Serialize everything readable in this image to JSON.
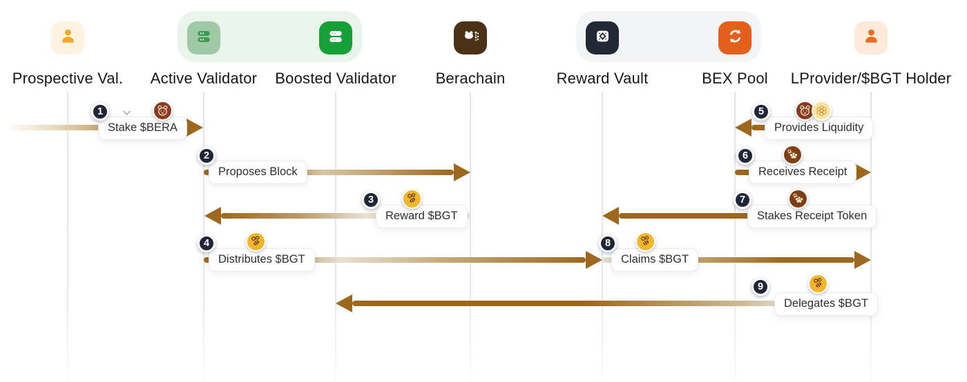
{
  "diagram_type": "sequence-diagram",
  "title_context": "Berachain Proof of Liquidity flow",
  "actors": [
    {
      "id": "prospective-val",
      "label": "Prospective Val.",
      "icon": "person-icon",
      "icon_bg": "#fdf3e0",
      "icon_color": "#f0a825",
      "group": null
    },
    {
      "id": "active-validator",
      "label": "Active Validator",
      "icon": "server-icon",
      "icon_bg": "#9fc9a6",
      "icon_color": "#3f9b53",
      "group": "validators"
    },
    {
      "id": "boosted-validator",
      "label": "Boosted Validator",
      "icon": "server-icon",
      "icon_bg": "#17a038",
      "icon_color": "#ffffff",
      "group": "validators"
    },
    {
      "id": "berachain",
      "label": "Berachain",
      "icon": "berachain-icon",
      "icon_bg": "#4b3216",
      "icon_color": "#ffffff",
      "group": null
    },
    {
      "id": "reward-vault",
      "label": "Reward Vault",
      "icon": "vault-icon",
      "icon_bg": "#232837",
      "icon_color": "#ffffff",
      "group": "pol"
    },
    {
      "id": "bex-pool",
      "label": "BEX Pool",
      "icon": "swap-icon",
      "icon_bg": "#e2601b",
      "icon_color": "#ffffff",
      "group": "pol"
    },
    {
      "id": "lprovider",
      "label": "LProvider/$BGT Holder",
      "icon": "person-icon",
      "icon_bg": "#fdeada",
      "icon_color": "#ec6c1e",
      "group": null
    }
  ],
  "messages": [
    {
      "num": "1",
      "label": "Stake $BERA",
      "from": "prospective-val",
      "to": "active-validator",
      "direction": "right",
      "icons": [
        "bera-token-icon",
        "chevron-down-icon"
      ]
    },
    {
      "num": "2",
      "label": "Proposes Block",
      "from": "active-validator",
      "to": "berachain",
      "direction": "right",
      "icons": []
    },
    {
      "num": "3",
      "label": "Reward $BGT",
      "from": "berachain",
      "to": "active-validator",
      "direction": "left",
      "icons": [
        "bgt-token-icon"
      ]
    },
    {
      "num": "4",
      "label": "Distributes $BGT",
      "from": "active-validator",
      "to": "reward-vault",
      "direction": "right",
      "icons": [
        "bgt-token-icon"
      ]
    },
    {
      "num": "5",
      "label": "Provides Liquidity",
      "from": "lprovider",
      "to": "bex-pool",
      "direction": "left",
      "icons": [
        "bera-token-icon",
        "honeycomb-token-icon"
      ]
    },
    {
      "num": "6",
      "label": "Receives Receipt",
      "from": "bex-pool",
      "to": "lprovider",
      "direction": "right",
      "icons": [
        "receipt-token-icon"
      ]
    },
    {
      "num": "7",
      "label": "Stakes Receipt Token",
      "from": "lprovider",
      "to": "reward-vault",
      "direction": "left",
      "icons": [
        "receipt-token-icon"
      ]
    },
    {
      "num": "8",
      "label": "Claims $BGT",
      "from": "reward-vault",
      "to": "lprovider",
      "direction": "right",
      "icons": [
        "bgt-token-icon"
      ]
    },
    {
      "num": "9",
      "label": "Delegates $BGT",
      "from": "lprovider",
      "to": "boosted-validator",
      "direction": "left",
      "icons": [
        "bgt-token-icon"
      ]
    }
  ],
  "colors": {
    "arrow": "#9d681e",
    "badge_bg": "#1f2637",
    "validators_group_bg": "#e9f4eb",
    "pol_group_bg": "#f3f4f6",
    "bera_token": "#8a3a1e",
    "bgt_token": "#f2b62c",
    "lifeline": "#e2e4e9"
  }
}
